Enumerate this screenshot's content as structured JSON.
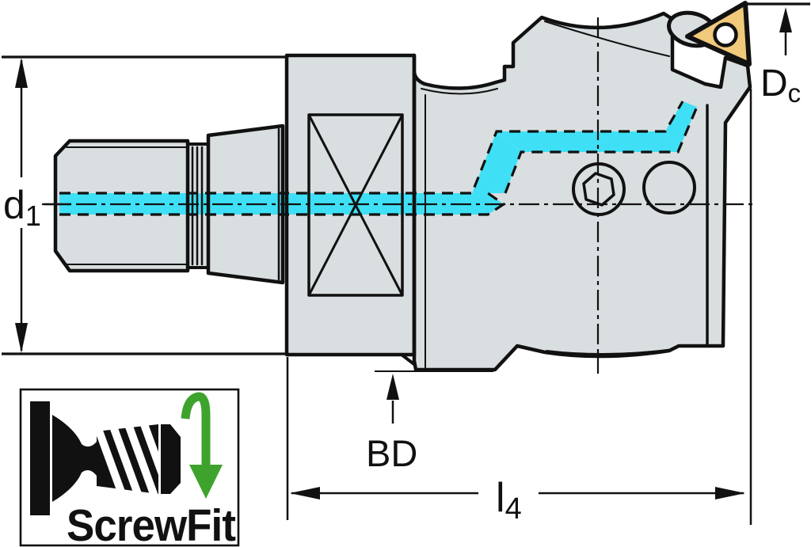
{
  "diagram": {
    "type": "technical-drawing",
    "subject": "ScrewFit tool holder with internal coolant channel and indexable insert",
    "labels": {
      "d1": {
        "base": "d",
        "sub": "1"
      },
      "Dc": {
        "base": "D",
        "sub": "c"
      },
      "l4": {
        "base": "l",
        "sub": "4"
      },
      "BD": {
        "text": "BD"
      }
    },
    "logo": {
      "text": "ScrewFit"
    },
    "icons": [
      "screwfit-connector-icon",
      "rotation-arrow-icon",
      "cross-section-x-icon",
      "hex-socket-screw-icon"
    ],
    "colors": {
      "coolant": "#3FE0F5",
      "insert": "#F0C97A",
      "body": "#D9DEE0",
      "outline": "#111111",
      "logo_green": "#3EA32C",
      "background": "#FFFFFF"
    }
  }
}
